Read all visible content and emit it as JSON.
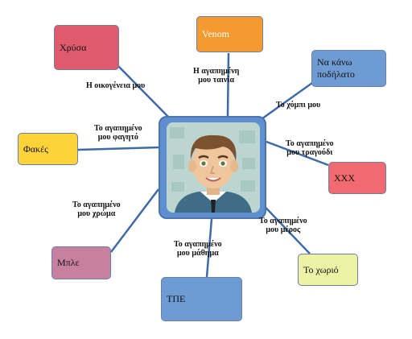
{
  "nodes": {
    "xrysa": "Χρύσα",
    "venom": "Venom",
    "podilato": "Να κάνω ποδήλατο",
    "fakes": "Φακές",
    "xxx": "XXX",
    "mple": "Μπλε",
    "xorio": "Το χωριό",
    "tpe": "ΤΠΕ"
  },
  "labels": {
    "oikogeneia": "Η οικογένεια μου",
    "tainia_1": "Η αγαπημένη",
    "tainia_2": "μου ταινία",
    "xompi": "Το χόμπι μου",
    "fagito_1": "Το αγαπημένο",
    "fagito_2": "μου φαγητό",
    "tragoudi_1": "Το αγαπημένο",
    "tragoudi_2": "μου τραγούδι",
    "xroma_1": "Το αγαπημένο",
    "xroma_2": "μου χρώμα",
    "meros_1": "Το αγαπημένο",
    "meros_2": "μου μέρος",
    "mathima_1": "Το αγαπημένο",
    "mathima_2": "μου μάθημα"
  },
  "colors": {
    "xrysa": "#e05a6e",
    "venom": "#f59a2e",
    "podilato": "#6f9bd3",
    "fakes": "#fdd33a",
    "xxx": "#f06a70",
    "mple": "#c880a0",
    "xorio": "#eef2a4",
    "tpe": "#6f9bd3",
    "connector": "#3f6aa8",
    "center": "#5f8fcf"
  },
  "center_icon": "boy-avatar-icon"
}
